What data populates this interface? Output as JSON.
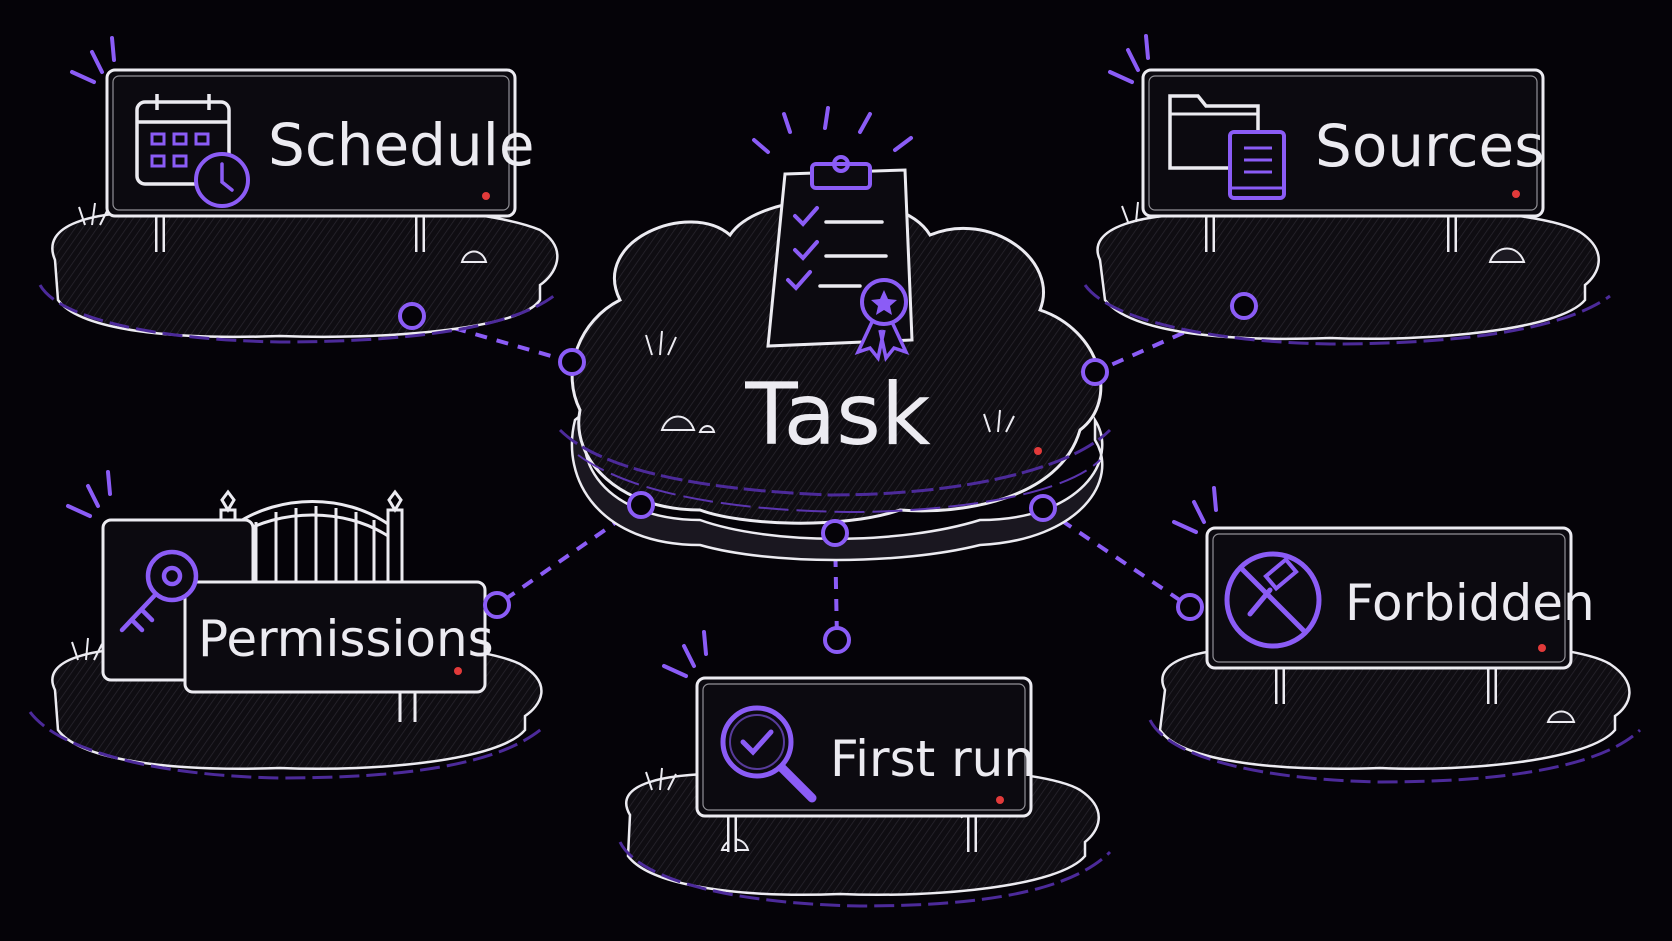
{
  "colors": {
    "background": "#050308",
    "chalk": "#ecebf1",
    "accent": "#8b5cf6",
    "accent_dark": "#4c2a9a",
    "marker": "#e23a3a"
  },
  "center": {
    "label": "Task",
    "icon": "clipboard-checklist-award-icon"
  },
  "nodes": [
    {
      "id": "schedule",
      "label": "Schedule",
      "icon": "calendar-clock-icon"
    },
    {
      "id": "sources",
      "label": "Sources",
      "icon": "folder-book-icon"
    },
    {
      "id": "permissions",
      "label": "Permissions",
      "icon": "key-gate-icon"
    },
    {
      "id": "first-run",
      "label": "First run",
      "icon": "magnifier-check-icon"
    },
    {
      "id": "forbidden",
      "label": "Forbidden",
      "icon": "no-hammer-icon"
    }
  ]
}
